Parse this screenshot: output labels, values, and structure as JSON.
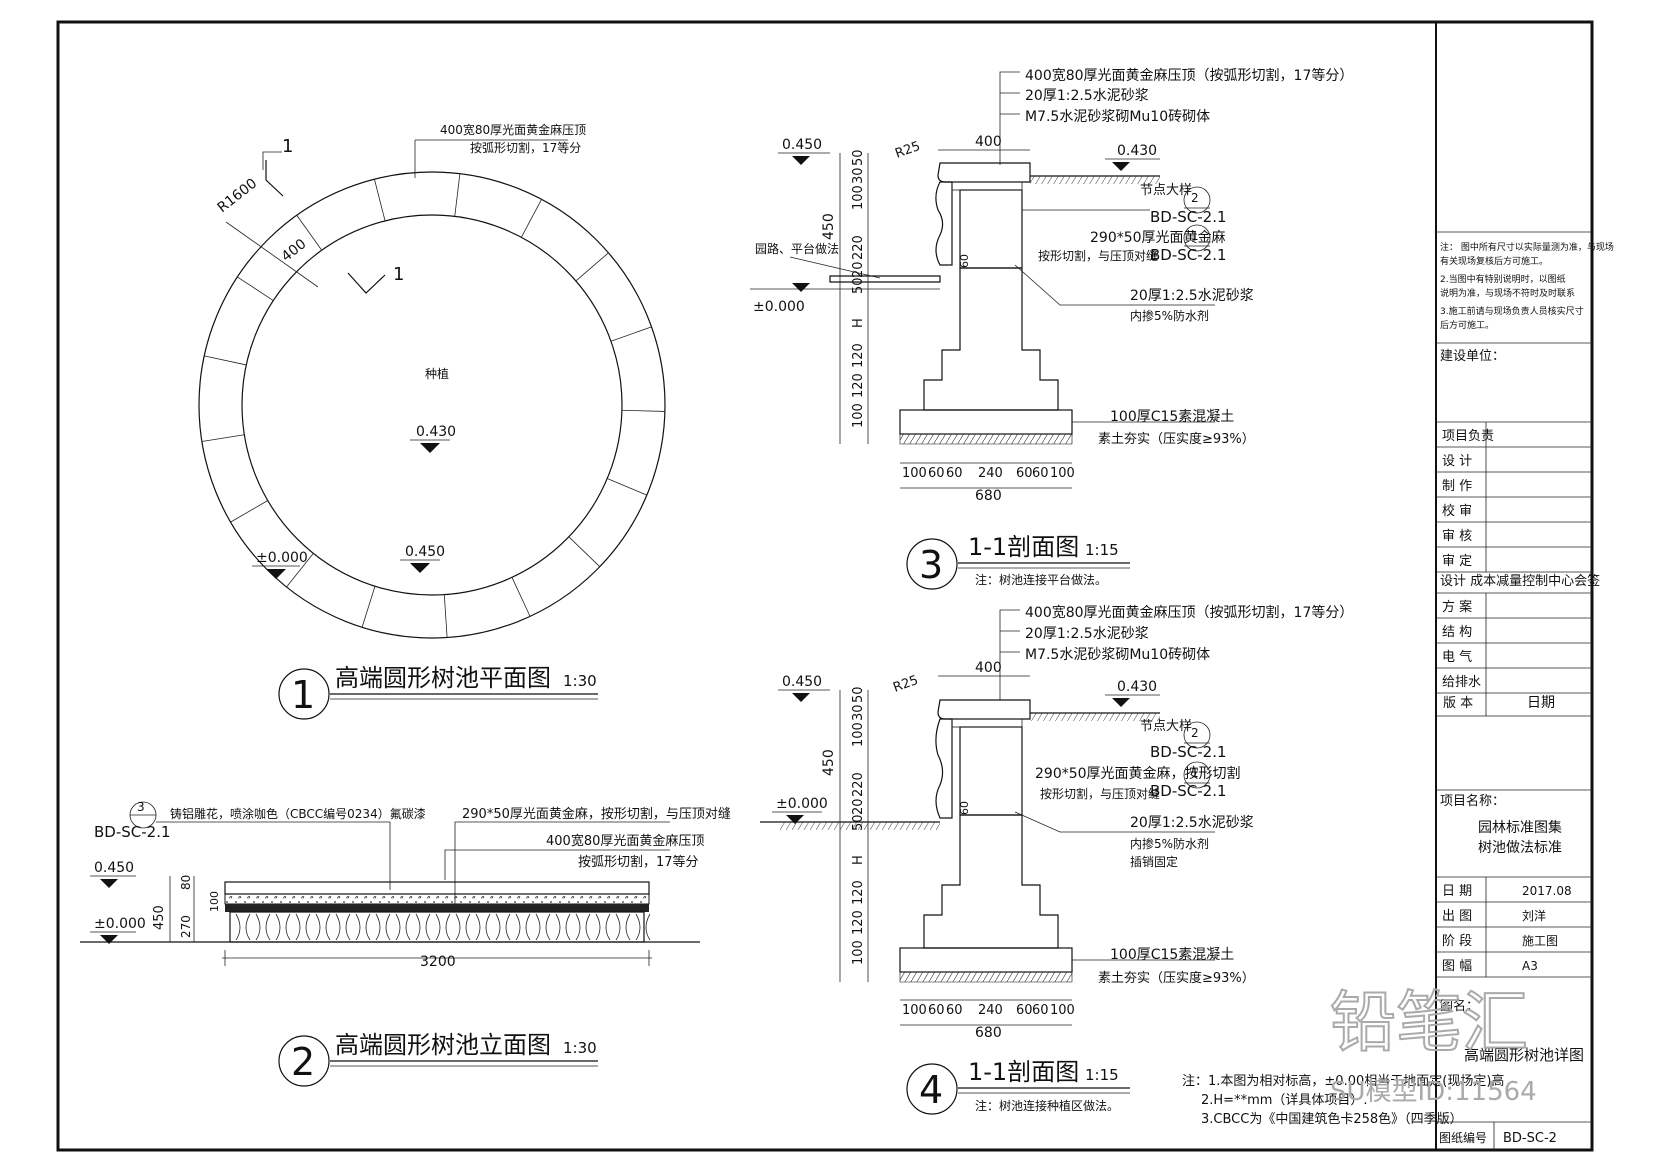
{
  "plan": {
    "top_note1": "400宽80厚光面黄金麻压顶",
    "top_note2": "按弧形切割，17等分",
    "radius": "R1600",
    "ring_width": "400",
    "center_label": "种植",
    "elev_inner": "0.430",
    "elev_outer": "0.450",
    "elev_ground": "±0.000",
    "section_mark": "1",
    "title_num": "1",
    "title": "高端圆形树池平面图",
    "scale": "1:30"
  },
  "elevation": {
    "ref_num": "3",
    "ref_code": "BD-SC-2.1",
    "note_paint": "铸铝雕花，喷涂咖色（CBCC编号0234）氟碳漆",
    "note_veneer": "290*50厚光面黄金麻，按形切割，与压顶对缝",
    "note_top1": "400宽80厚光面黄金麻压顶",
    "note_top2": "按弧形切割，17等分",
    "elev_top": "0.450",
    "elev_ground": "±0.000",
    "dim_450": "450",
    "dim_80": "80",
    "dim_100": "100",
    "dim_270": "270",
    "dim_3200": "3200",
    "title_num": "2",
    "title": "高端圆形树池立面图",
    "scale": "1:30"
  },
  "section3": {
    "note1": "400宽80厚光面黄金麻压顶（按弧形切割，17等分）",
    "note2": "20厚1:2.5水泥砂浆",
    "note3": "M7.5水泥砂浆砌Mu10砖砌体",
    "dim_400": "400",
    "r25": "R25",
    "elev_left": "0.450",
    "elev_right": "0.430",
    "node_label": "节点大样",
    "node1_num": "2",
    "node1_code": "BD-SC-2.1",
    "veneer_note1": "290*50厚光面黄金麻",
    "veneer_note2": "按形切割，与压顶对缝",
    "node2_num": "1",
    "node2_code": "BD-SC-2.1",
    "mortar1": "20厚1:2.5水泥砂浆",
    "mortar2": "内掺5%防水剂",
    "road_note": "园路、平台做法",
    "elev_ground": "±0.000",
    "concrete": "100厚C15素混凝土",
    "soil": "素土夯实（压实度≥93%）",
    "vdims": [
      "50",
      "30",
      "100",
      "220",
      "20",
      "50",
      "H",
      "120",
      "120",
      "100"
    ],
    "dim_450": "450",
    "dim_60": "60",
    "hdims": [
      "100",
      "60",
      "60",
      "240",
      "60",
      "60",
      "100"
    ],
    "total": "680",
    "title_num": "3",
    "title": "1-1剖面图",
    "scale": "1:15",
    "footnote": "注：树池连接平台做法。"
  },
  "section4": {
    "note1": "400宽80厚光面黄金麻压顶（按弧形切割，17等分）",
    "note2": "20厚1:2.5水泥砂浆",
    "note3": "M7.5水泥砂浆砌Mu10砖砌体",
    "dim_400": "400",
    "r25": "R25",
    "elev_left": "0.450",
    "elev_right": "0.430",
    "node_label": "节点大样",
    "node1_num": "2",
    "node1_code": "BD-SC-2.1",
    "veneer_note1": "290*50厚光面黄金麻，按形切割",
    "veneer_note2": "按形切割，与压顶对缝",
    "node2_num": "1",
    "node2_code": "BD-SC-2.1",
    "mortar1": "20厚1:2.5水泥砂浆",
    "mortar2": "内掺5%防水剂",
    "mortar3": "插销固定",
    "elev_ground": "±0.000",
    "concrete": "100厚C15素混凝土",
    "soil": "素土夯实（压实度≥93%）",
    "vdims": [
      "50",
      "30",
      "100",
      "220",
      "20",
      "50",
      "H",
      "120",
      "120",
      "100"
    ],
    "dim_450": "450",
    "dim_60": "60",
    "hdims": [
      "100",
      "60",
      "60",
      "240",
      "60",
      "60",
      "100"
    ],
    "total": "680",
    "title_num": "4",
    "title": "1-1剖面图",
    "scale": "1:15",
    "footnote": "注：树池连接种植区做法。"
  },
  "notes": {
    "n1": "注：1.本图为相对标高，±0.00相当于地面定(现场定)高",
    "n2": "2.H=**mm（详具体项目）.",
    "n3": "3.CBCC为《中国建筑色卡258色》（四季版）"
  },
  "title_block": {
    "remark1": "注：   图中所有尺寸以实际量测为准，与现场",
    "remark2": "           有关现场复核后方可施工。",
    "remark3": "           2.当图中有特别说明时，以图纸",
    "remark4": "           说明为准，与现场不符时及时联系",
    "remark5": "           3.施工前请与现场负责人员核实尺寸",
    "remark6": "           后方可施工。",
    "client_label": "建设单位：",
    "rows": [
      "项目负责",
      "设 计",
      "制 作",
      "校 审",
      "审 核",
      "审 定"
    ],
    "design_unit": "设计 成本减量控制中心会签",
    "sign_rows": [
      "方 案",
      "结 构",
      "电 气",
      "给排水"
    ],
    "version_label": "版 本",
    "date_label": "日期",
    "project_label": "项目名称：",
    "project1": "园林标准图集",
    "project2": "树池做法标准",
    "info_rows": [
      {
        "label": "日 期",
        "value": "2017.08"
      },
      {
        "label": "出 图",
        "value": "刘洋"
      },
      {
        "label": "阶 段",
        "value": "施工图"
      },
      {
        "label": "图 幅",
        "value": "A3"
      }
    ],
    "drawing_name_label": "图名：",
    "drawing_name": "高端圆形树池详图",
    "drawing_no_label": "图纸编号",
    "drawing_no": "BD-SC-2"
  },
  "watermark": {
    "logo": "铅笔汇",
    "id": "SU模型ID:11564"
  }
}
